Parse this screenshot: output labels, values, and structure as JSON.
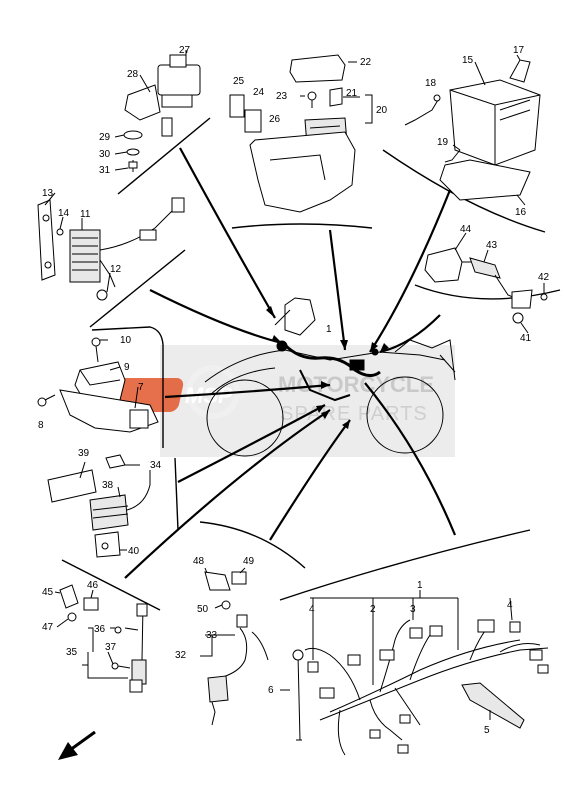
{
  "watermark": {
    "logo": "MSP",
    "line1": "MOTORCYCLE",
    "line2": "SPARE PARTS"
  },
  "part_numbers": {
    "p1": "1",
    "p1b": "1",
    "p2": "2",
    "p3": "3",
    "p4a": "4",
    "p4b": "4",
    "p5": "5",
    "p6": "6",
    "p7": "7",
    "p8": "8",
    "p9": "9",
    "p10": "10",
    "p11": "11",
    "p12": "12",
    "p13": "13",
    "p14": "14",
    "p15": "15",
    "p16": "16",
    "p17": "17",
    "p18": "18",
    "p19": "19",
    "p20": "20",
    "p21": "21",
    "p22": "22",
    "p23": "23",
    "p24": "24",
    "p25": "25",
    "p26": "26",
    "p27": "27",
    "p28": "28",
    "p29": "29",
    "p30": "30",
    "p31": "31",
    "p32": "32",
    "p33": "33",
    "p34": "34",
    "p35": "35",
    "p36": "36",
    "p37": "37",
    "p38": "38",
    "p39": "39",
    "p40": "40",
    "p41": "41",
    "p42": "42",
    "p43": "43",
    "p44": "44",
    "p45": "45",
    "p46": "46",
    "p47": "47",
    "p48": "48",
    "p49": "49",
    "p50": "50"
  },
  "colors": {
    "line": "#000000",
    "watermark": "#c9c9c9",
    "logo_red": "#e0572b"
  },
  "icons": {
    "front_direction": "arrow-down-left-icon"
  }
}
